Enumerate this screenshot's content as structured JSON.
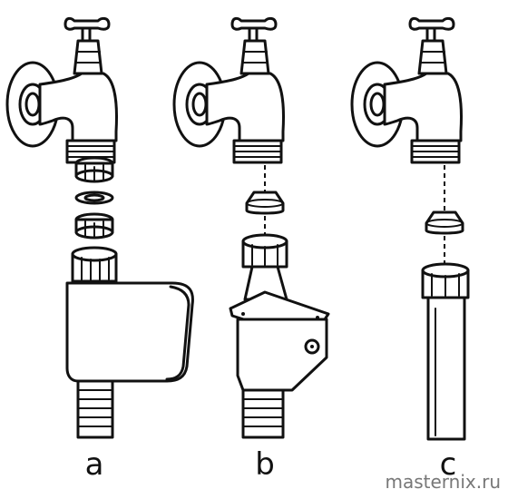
{
  "panels": [
    {
      "label": "a"
    },
    {
      "label": "b"
    },
    {
      "label": "c"
    }
  ],
  "watermark": "masternix.ru"
}
